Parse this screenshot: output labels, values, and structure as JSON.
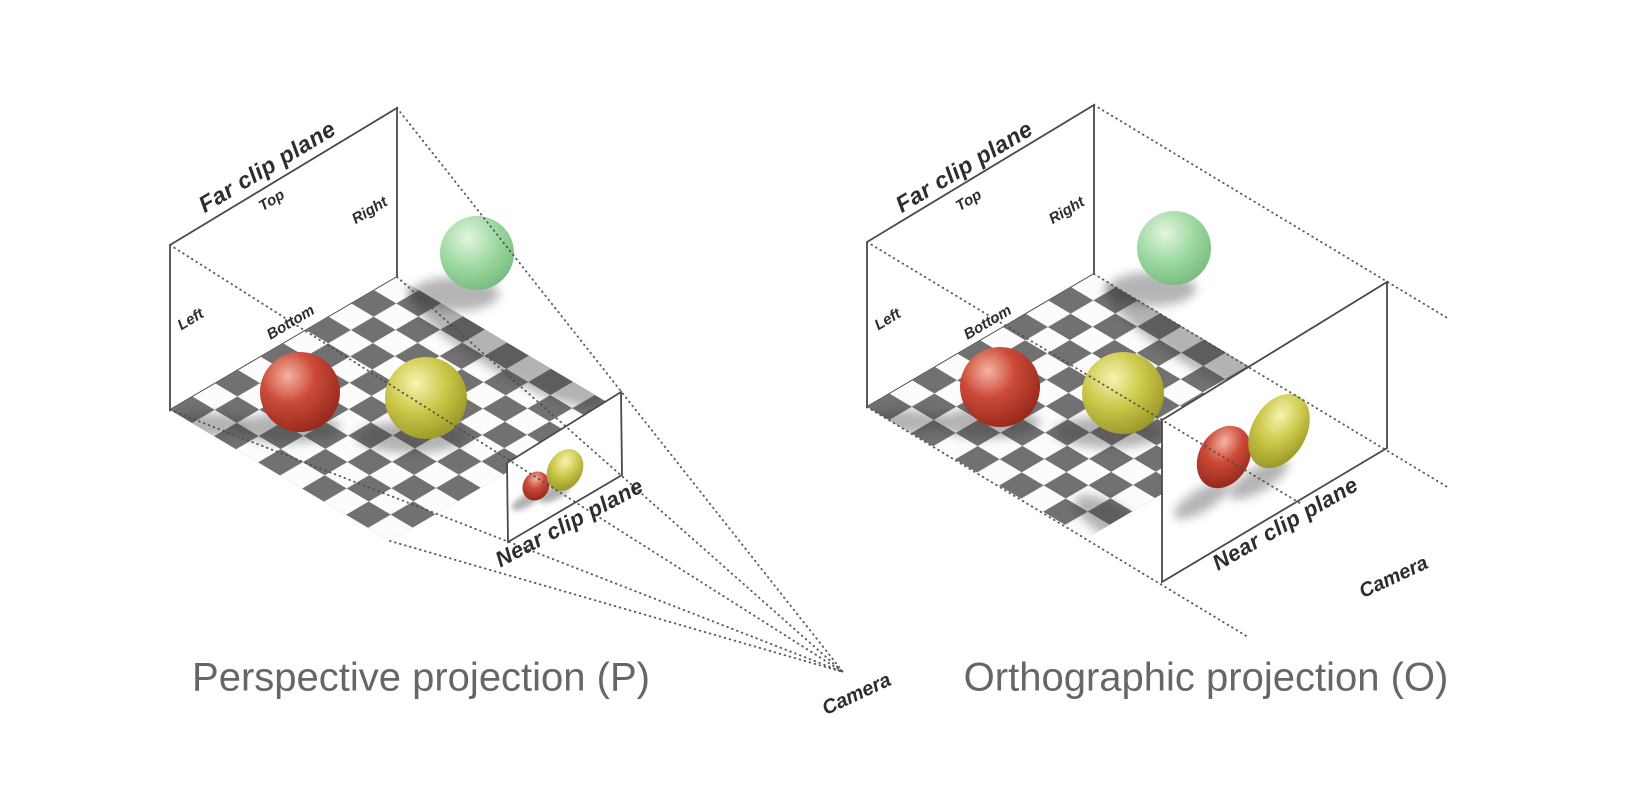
{
  "figure": {
    "perspective": {
      "caption": "Perspective projection (P)",
      "labels": {
        "far_plane": "Far clip plane",
        "top": "Top",
        "right": "Right",
        "left": "Left",
        "bottom": "Bottom",
        "near_plane": "Near clip plane",
        "camera": "Camera"
      }
    },
    "orthographic": {
      "caption": "Orthographic projection (O)",
      "labels": {
        "far_plane": "Far clip plane",
        "top": "Top",
        "right": "Right",
        "left": "Left",
        "bottom": "Bottom",
        "near_plane": "Near clip plane",
        "camera": "Camera"
      }
    }
  },
  "colors": {
    "background": "#ffffff",
    "outline": "#4a4a4a",
    "ray_dots": "#4b4b4b",
    "checker_dark": "#717171",
    "checker_light": "#fcfcfc",
    "label_text": "#2d2d2d",
    "caption_text": "#666666",
    "shadow": "#3c3c3c",
    "red_sphere": {
      "highlight": "#f6b3a3",
      "base": "#cc4a38",
      "dark": "#8e2418"
    },
    "yellow_sphere": {
      "highlight": "#f6f3b0",
      "base": "#ccc84a",
      "dark": "#8f8c20"
    },
    "green_sphere": {
      "highlight": "#e3f5de",
      "base": "#9bd8a0",
      "dark": "#6fb378"
    }
  }
}
